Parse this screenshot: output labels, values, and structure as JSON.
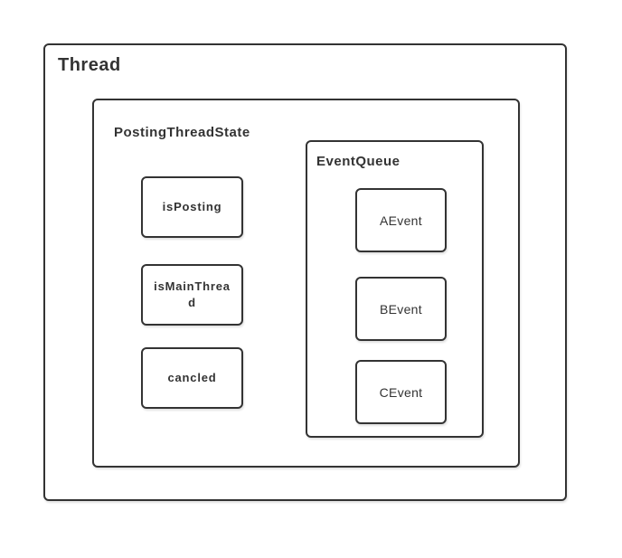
{
  "diagram": {
    "thread": {
      "label": "Thread"
    },
    "posting_thread_state": {
      "label": "PostingThreadState",
      "states": [
        {
          "label": "isPosting"
        },
        {
          "label": "isMainThread"
        },
        {
          "label": "cancled"
        }
      ]
    },
    "event_queue": {
      "label": "EventQueue",
      "events": [
        {
          "label": "AEvent"
        },
        {
          "label": "BEvent"
        },
        {
          "label": "CEvent"
        }
      ]
    },
    "colors": {
      "border": "#333333",
      "text": "#333333",
      "background": "#ffffff"
    }
  }
}
